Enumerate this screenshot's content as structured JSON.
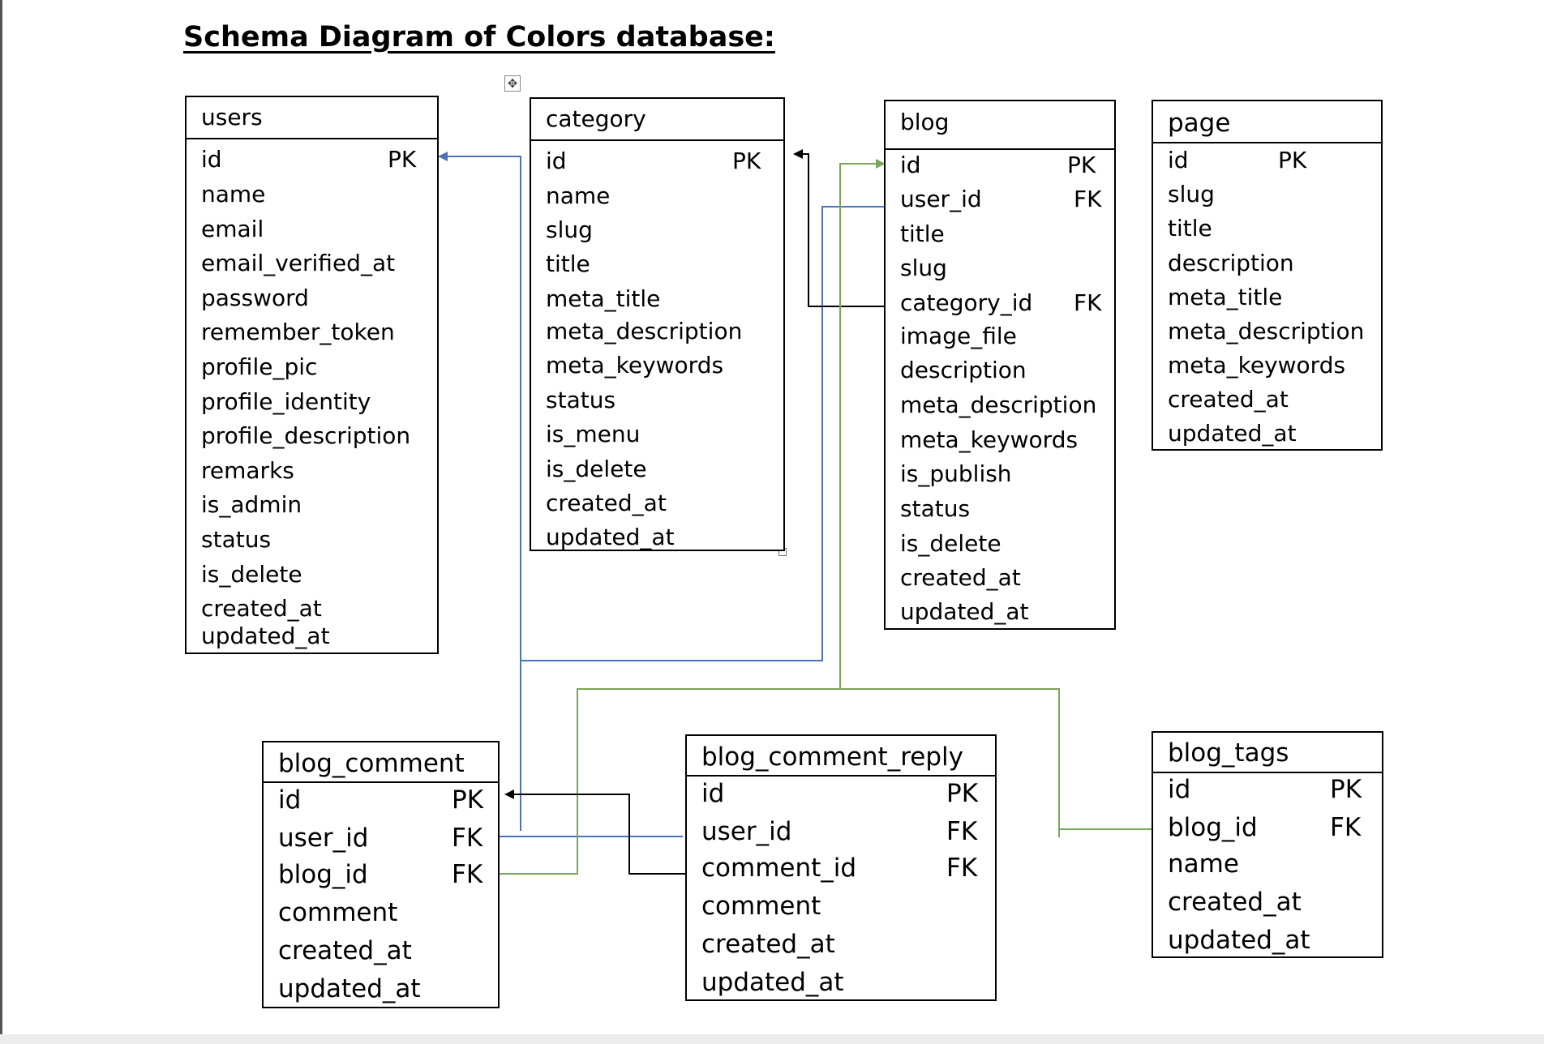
{
  "title": "Schema Diagram of Colors database:",
  "colors": {
    "blue_link": "#4a72b8",
    "green_link": "#7aa65a",
    "black_link": "#000000"
  },
  "tables": {
    "users": {
      "name": "users",
      "fields": [
        {
          "name": "id",
          "key": "PK"
        },
        {
          "name": "name",
          "key": ""
        },
        {
          "name": "email",
          "key": ""
        },
        {
          "name": "email_verified_at",
          "key": ""
        },
        {
          "name": "password",
          "key": ""
        },
        {
          "name": "remember_token",
          "key": ""
        },
        {
          "name": "profile_pic",
          "key": ""
        },
        {
          "name": "profile_identity",
          "key": ""
        },
        {
          "name": "profile_description",
          "key": ""
        },
        {
          "name": "remarks",
          "key": ""
        },
        {
          "name": "is_admin",
          "key": ""
        },
        {
          "name": "status",
          "key": ""
        },
        {
          "name": "is_delete",
          "key": ""
        },
        {
          "name": "created_at",
          "key": ""
        },
        {
          "name": "updated_at",
          "key": ""
        }
      ]
    },
    "category": {
      "name": "category",
      "fields": [
        {
          "name": "id",
          "key": "PK"
        },
        {
          "name": "name",
          "key": ""
        },
        {
          "name": "slug",
          "key": ""
        },
        {
          "name": "title",
          "key": ""
        },
        {
          "name": "meta_title",
          "key": ""
        },
        {
          "name": "meta_description",
          "key": ""
        },
        {
          "name": "meta_keywords",
          "key": ""
        },
        {
          "name": "status",
          "key": ""
        },
        {
          "name": "is_menu",
          "key": ""
        },
        {
          "name": "is_delete",
          "key": ""
        },
        {
          "name": "created_at",
          "key": ""
        },
        {
          "name": "updated_at",
          "key": ""
        }
      ]
    },
    "blog": {
      "name": "blog",
      "fields": [
        {
          "name": "id",
          "key": "PK"
        },
        {
          "name": "user_id",
          "key": "FK"
        },
        {
          "name": "title",
          "key": ""
        },
        {
          "name": "slug",
          "key": ""
        },
        {
          "name": "category_id",
          "key": "FK"
        },
        {
          "name": "image_file",
          "key": ""
        },
        {
          "name": "description",
          "key": ""
        },
        {
          "name": "meta_description",
          "key": ""
        },
        {
          "name": "meta_keywords",
          "key": ""
        },
        {
          "name": "is_publish",
          "key": ""
        },
        {
          "name": "status",
          "key": ""
        },
        {
          "name": "is_delete",
          "key": ""
        },
        {
          "name": "created_at",
          "key": ""
        },
        {
          "name": "updated_at",
          "key": ""
        }
      ]
    },
    "page": {
      "name": "page",
      "fields": [
        {
          "name": "id",
          "key": "PK"
        },
        {
          "name": "slug",
          "key": ""
        },
        {
          "name": "title",
          "key": ""
        },
        {
          "name": "description",
          "key": ""
        },
        {
          "name": "meta_title",
          "key": ""
        },
        {
          "name": "meta_description",
          "key": ""
        },
        {
          "name": "meta_keywords",
          "key": ""
        },
        {
          "name": "created_at",
          "key": ""
        },
        {
          "name": "updated_at",
          "key": ""
        }
      ]
    },
    "blog_comment": {
      "name": "blog_comment",
      "fields": [
        {
          "name": "id",
          "key": "PK"
        },
        {
          "name": "user_id",
          "key": "FK"
        },
        {
          "name": "blog_id",
          "key": "FK"
        },
        {
          "name": "comment",
          "key": ""
        },
        {
          "name": "created_at",
          "key": ""
        },
        {
          "name": "updated_at",
          "key": ""
        }
      ]
    },
    "blog_comment_reply": {
      "name": "blog_comment_reply",
      "fields": [
        {
          "name": "id",
          "key": "PK"
        },
        {
          "name": "user_id",
          "key": "FK"
        },
        {
          "name": "comment_id",
          "key": "FK"
        },
        {
          "name": "comment",
          "key": ""
        },
        {
          "name": "created_at",
          "key": ""
        },
        {
          "name": "updated_at",
          "key": ""
        }
      ]
    },
    "blog_tags": {
      "name": "blog_tags",
      "fields": [
        {
          "name": "id",
          "key": "PK"
        },
        {
          "name": "blog_id",
          "key": "FK"
        },
        {
          "name": "name",
          "key": ""
        },
        {
          "name": "created_at",
          "key": ""
        },
        {
          "name": "updated_at",
          "key": ""
        }
      ]
    }
  }
}
